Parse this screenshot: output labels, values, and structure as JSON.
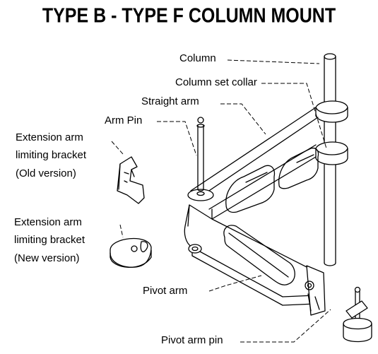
{
  "title": "TYPE B - TYPE F COLUMN MOUNT",
  "labels": {
    "column": "Column",
    "column_set_collar": "Column set collar",
    "straight_arm": "Straight arm",
    "arm_pin": "Arm Pin",
    "ext_old_1": "Extension arm",
    "ext_old_2": "limiting bracket",
    "ext_old_3": "(Old version)",
    "ext_new_1": "Extension arm",
    "ext_new_2": "limiting bracket",
    "ext_new_3": "(New version)",
    "pivot_arm": "Pivot arm",
    "pivot_arm_pin": "Pivot arm pin"
  },
  "colors": {
    "line": "#000000",
    "background": "#ffffff"
  }
}
